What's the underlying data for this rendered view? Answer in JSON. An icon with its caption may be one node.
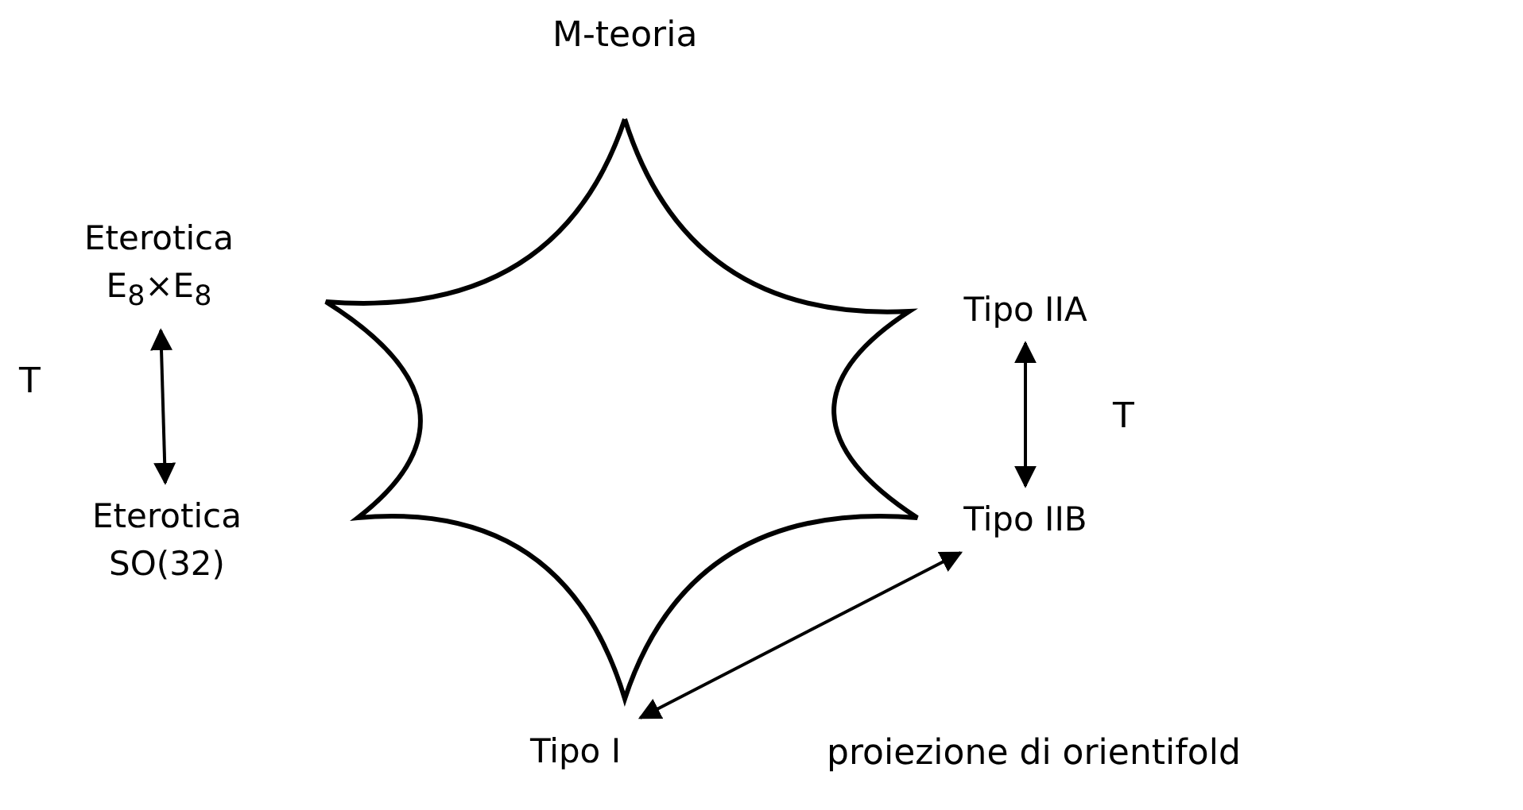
{
  "diagram": {
    "nodes": [
      {
        "text": [
          "Eterotica E$_{8}$×E$_{8}$"
        ]
      },
      {
        "text": [
          "Tipo IIA"
        ]
      },
      {
        "text": [
          "Eterotica SO(32)"
        ]
      },
      {
        "text": [
          "Tipo IIB"
        ]
      },
      {
        "text": [
          "Tipo I"
        ]
      }
    ],
    "edges": [
      {
        "from": 0,
        "to": 2,
        "arrow": "both",
        "label": "T"
      },
      {
        "from": 1,
        "to": 3,
        "arrow": "both",
        "label": "T"
      },
      {
        "from": 4,
        "to": 3,
        "arrow": "both",
        "label": "proiezione di orientifold"
      }
    ],
    "labels": [
      "M-teoria"
    ]
  }
}
